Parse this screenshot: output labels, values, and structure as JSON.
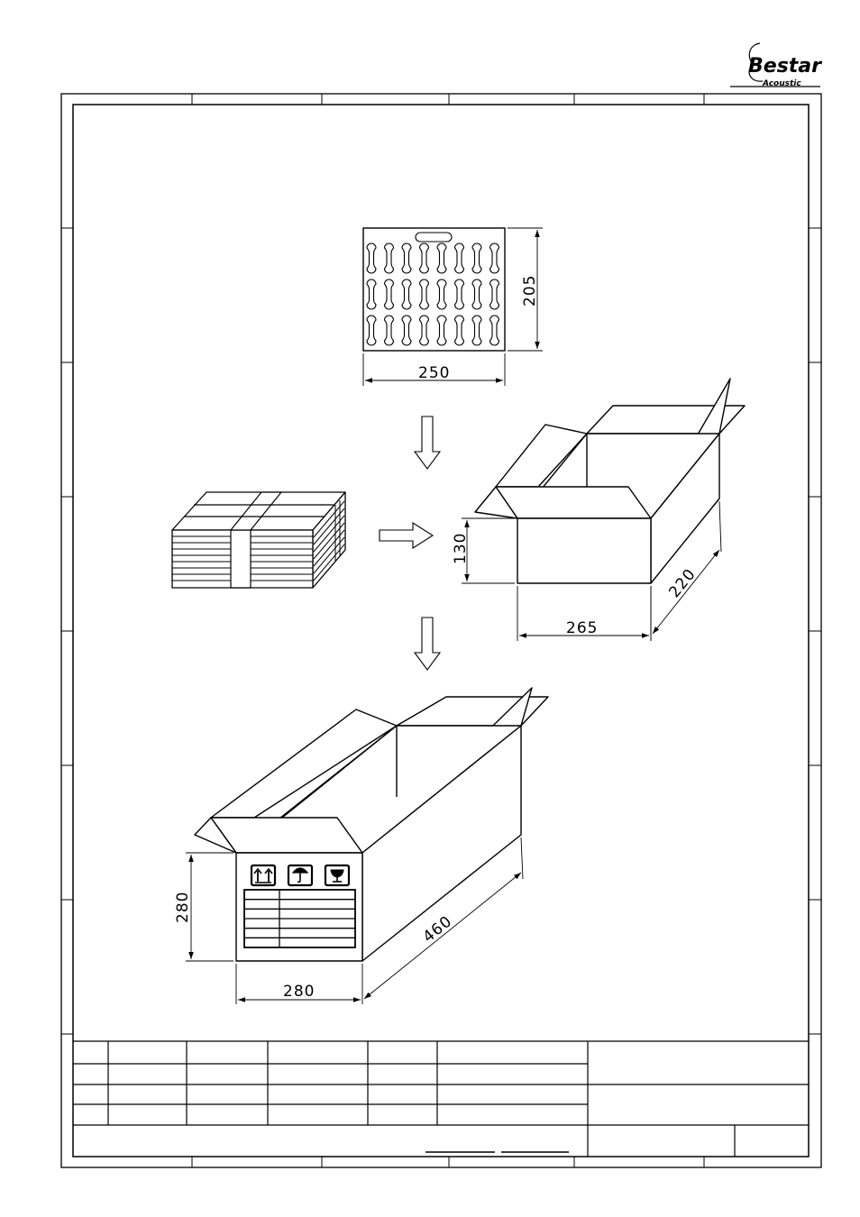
{
  "logo": {
    "brand": "Bestar",
    "tagline": "Acoustic"
  },
  "tray": {
    "width_label": "250",
    "height_label": "205",
    "slot_rows": 3,
    "slot_cols": 8
  },
  "inner_box": {
    "height_label": "130",
    "width_label": "265",
    "depth_label": "220"
  },
  "outer_box": {
    "height_label": "280",
    "width_label": "280",
    "depth_label": "460"
  },
  "label_table": {
    "rows": 6
  }
}
